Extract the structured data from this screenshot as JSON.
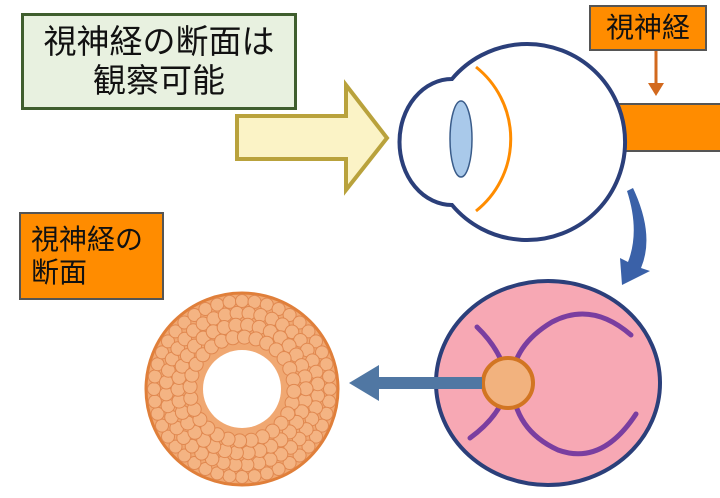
{
  "labels": {
    "observable_line1": "視神経の断面は",
    "observable_line2": "観察可能",
    "optic_nerve": "視神経",
    "cross_section_line1": "視神経の",
    "cross_section_line2": "断面"
  },
  "colors": {
    "orange": "#ff8c00",
    "nerve_fill": "#f0a872",
    "nerve_fiber": "#f4b483",
    "fiber_stroke": "#e08850",
    "fundus_pink": "#f7a8b4",
    "navy_outline": "#2b3f7a",
    "vessel_purple": "#7a3ea0",
    "arrow_fill": "#fbf3c6",
    "arrow_stroke": "#b9a23c",
    "curved_arrow": "#3a61a8",
    "straight_arrow": "#5077a3",
    "lens_fill": "#a9c9ea",
    "title_bg": "#e8f1e0"
  }
}
